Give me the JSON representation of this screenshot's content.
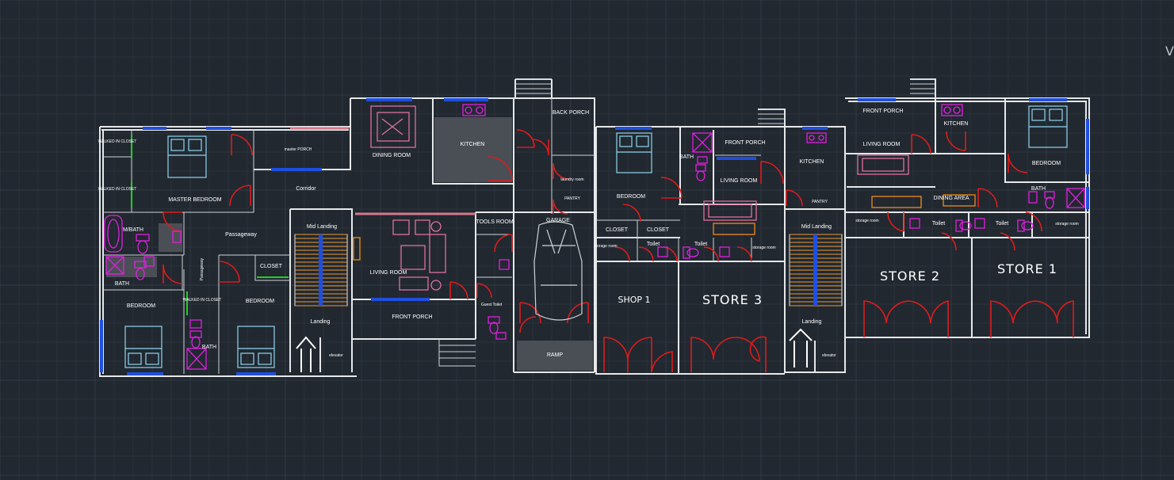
{
  "viewport": {
    "corner_text": "V"
  },
  "rooms": {
    "walked_in_closet_1": "WALKED IN CLOSET",
    "walked_in_closet_2": "WALKED IN CLOSET",
    "master_bedroom": "MASTER BEDROOM",
    "master_porch": "master PORCH",
    "corridor": "Corridor",
    "dining_room": "DINING ROOM",
    "kitchen_1": "KITCHEN",
    "back_porch": "BACK PORCH",
    "laundry_room": "laundry room",
    "pantry_1": "PANTRY",
    "garage": "GARAGE",
    "tools_room": "TOOLS ROOM",
    "m_bath": "M/BATH",
    "passageway_1": "Passageway",
    "passageway_2": "Passageway",
    "closet_1": "CLOSET",
    "bath_1": "BATH",
    "bedroom_1": "BEDROOM",
    "walked_in_closet_3": "WALKED IN CLOSET",
    "bedroom_2": "BEDROOM",
    "bath_2": "BATH",
    "mid_landing_1": "Mid Landing",
    "landing_1": "Landing",
    "elevator_1": "elevator",
    "living_room_1": "LIVING ROOM",
    "front_porch_1": "FRONT PORCH",
    "guest_toilet": "Guest Toilet",
    "ramp": "RAMP",
    "bedroom_3": "BEDROOM",
    "bath_3": "BATH",
    "front_porch_2": "FRONT PORCH",
    "living_room_2": "LIVING ROOM",
    "kitchen_2": "KITCHEN",
    "pantry_2": "PANTRY",
    "closet_2": "CLOSET",
    "closet_3": "CLOSET",
    "toilet_1": "Toilet",
    "toilet_2": "Toilet",
    "storage_room_1": "storage room",
    "storage_room_2": "storage room",
    "shop_1": "SHOP 1",
    "store_3": "STORE 3",
    "mid_landing_2": "Mid Landing",
    "landing_2": "Landing",
    "elevator_2": "elevator",
    "front_porch_3": "FRONT PORCH",
    "kitchen_3": "KITCHEN",
    "living_room_3": "LIVING ROOM",
    "bedroom_4": "BEDROOM",
    "dining_area": "DINING AREA",
    "bath_4": "BATH",
    "storage_room_3": "storage room",
    "toilet_3": "Toilet",
    "toilet_4": "Toilet",
    "storage_room_4": "storage room",
    "store_2": "STORE 2",
    "store_1": "STORE 1"
  },
  "colors": {
    "background": "#212830",
    "wall": "#e6e8ea",
    "window": "#1f4fe0",
    "door": "#e01b1b",
    "furniture": "#e070a0",
    "sanitary": "#e020e0",
    "bed": "#8fd6f0",
    "sofa_accent": "#f08a1c"
  }
}
